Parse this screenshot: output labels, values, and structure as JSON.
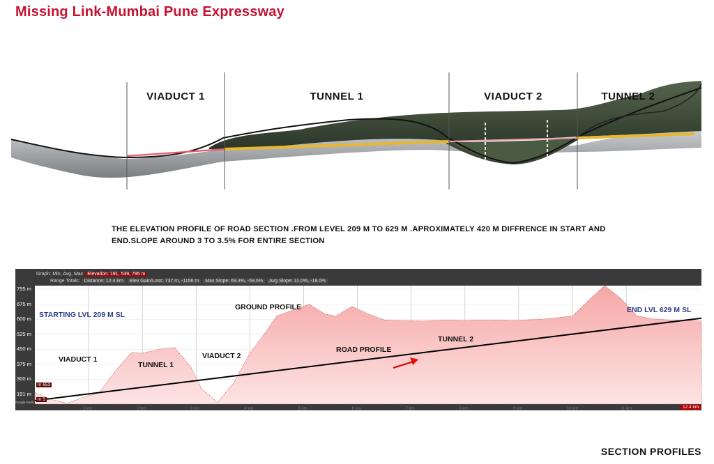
{
  "title": "Missing Link-Mumbai Pune Expressway",
  "sections": [
    "VIADUCT 1",
    "TUNNEL 1",
    "VIADUCT 2",
    "TUNNEL 2"
  ],
  "description": "THE ELEVATION PROFILE OF ROAD SECTION .FROM LEVEL 209 M TO  629 M .APROXIMATELY 420 M DIFFRENCE IN START AND END.SLOPE AROUND 3 TO 3.5% FOR ENTIRE SECTION",
  "footer": "SECTION PROFILES",
  "ge_header": {
    "graph": "Graph: Min, Avg, Max",
    "elevation": "Elevation: 191, 539, 795 m",
    "range_totals": "Range Totals:",
    "distance": "Distance: 12.4 km",
    "gain_loss": "Elev Gain/Loss: 737 m, -1156 m",
    "max_slope": "Max Slope: 69.3%, -59.6%",
    "avg_slope": "Avg Slope: 11.0%, -18.0%"
  },
  "badges": {
    "start": "m 653",
    "left_low": "m 5",
    "end": "12.4 km",
    "credit": "Google Earth"
  },
  "annotations": {
    "start_level": "STARTING LVL 209 M SL",
    "end_level": "END  LVL 629 M SL",
    "viaduct1": "VIADUCT 1",
    "tunnel1": "TUNNEL 1",
    "viaduct2": "VIADUCT 2",
    "ground_profile": "GROUND PROFILE",
    "road_profile": "ROAD PROFILE",
    "tunnel2": "TUNNEL 2"
  },
  "colors": {
    "title": "#c4122f",
    "profile_fill": "#f5b0b0",
    "road_line": "#000000",
    "arrow": "#e01010",
    "blue_text": "#2e3a8c"
  },
  "chart_data": {
    "type": "area",
    "ylabel_ticks": [
      "795 m",
      "675 m",
      "600 m",
      "525 m",
      "450 m",
      "375 m",
      "300 m",
      "191 m"
    ],
    "x_ticks": [
      "1 km",
      "2 km",
      "3 km",
      "4 km",
      "5 km",
      "6 km",
      "7 km",
      "8 km",
      "9 km",
      "10 km",
      "11 km"
    ],
    "xlim": [
      0,
      12.4
    ],
    "ylim": [
      191,
      795
    ],
    "series": [
      {
        "x": [
          0,
          0.3,
          0.6,
          0.9,
          1.2,
          1.5,
          1.8,
          2.0,
          2.3,
          2.6,
          2.9,
          3.1,
          3.4,
          3.7,
          4.0,
          4.3,
          4.5,
          4.8,
          5.1,
          5.4,
          5.6,
          5.9,
          6.2,
          6.5,
          6.8,
          7.2,
          7.6,
          8.0,
          8.5,
          9.0,
          9.5,
          10.0,
          10.3,
          10.6,
          10.9,
          11.2,
          11.5,
          11.8,
          12.1,
          12.4
        ],
        "y": [
          250,
          215,
          195,
          225,
          250,
          360,
          455,
          450,
          470,
          480,
          380,
          270,
          200,
          300,
          450,
          560,
          640,
          670,
          700,
          650,
          640,
          690,
          650,
          620,
          618,
          615,
          620,
          618,
          620,
          618,
          625,
          640,
          720,
          795,
          730,
          640,
          625,
          620,
          618,
          615
        ]
      },
      {
        "x": [
          0,
          12.4
        ],
        "y": [
          209,
          629
        ]
      }
    ]
  }
}
